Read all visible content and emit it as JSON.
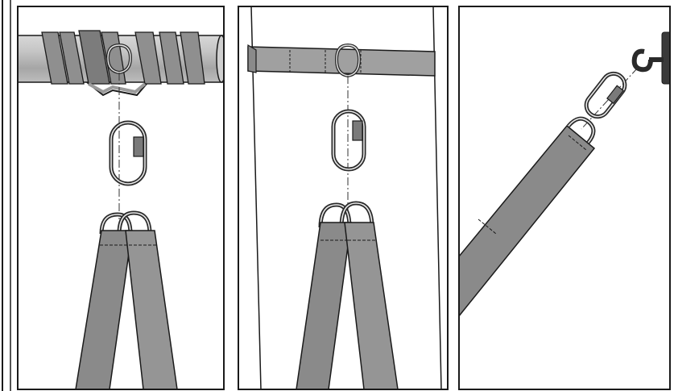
{
  "figure": {
    "panels": [
      {
        "id": "tree-branch-wrap",
        "elements": [
          "branch",
          "wrapped-strap",
          "d-ring",
          "carabiner",
          "twin-d-rings",
          "hanging-straps"
        ]
      },
      {
        "id": "post-strap",
        "elements": [
          "post",
          "horizontal-strap",
          "d-ring",
          "carabiner",
          "twin-d-rings",
          "hanging-straps"
        ]
      },
      {
        "id": "wall-hook",
        "elements": [
          "wall-bracket",
          "hook",
          "carabiner",
          "d-ring",
          "diagonal-strap"
        ]
      }
    ]
  },
  "colors": {
    "strap_fill": "#8a8a8a",
    "strap_light": "#a3a3a3",
    "branch_fill": "#b5b5b5",
    "metal_stroke": "#3a3a3a",
    "outline": "#1a1a1a",
    "background": "#ffffff"
  }
}
